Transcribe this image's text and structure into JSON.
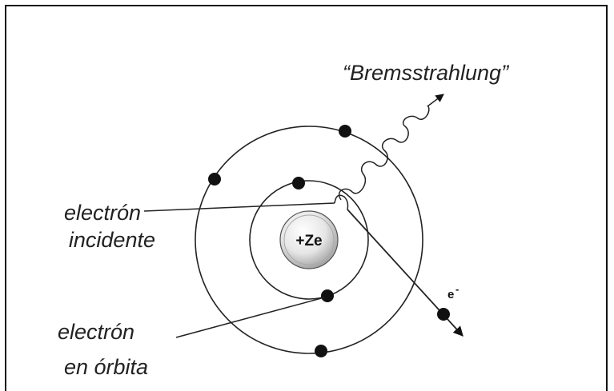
{
  "labels": {
    "bremsstrahlung": "“Bremsstrahlung”",
    "incident_line1": "electrón",
    "incident_line2": "incidente",
    "orbiting_line1": "electrón",
    "orbiting_line2": "en órbita",
    "nucleus": "+Ze",
    "outgoing_electron": "e",
    "outgoing_electron_sup": "-"
  }
}
